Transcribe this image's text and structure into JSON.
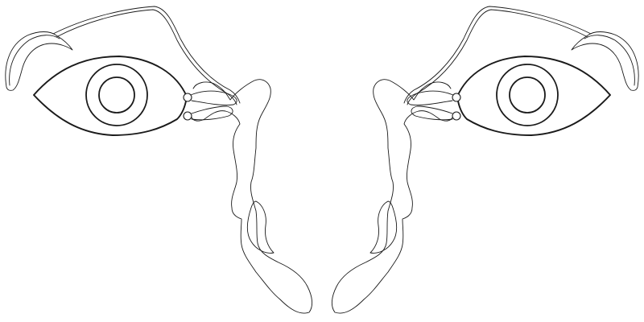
{
  "figure": {
    "title": "",
    "labels": []
  },
  "colors": {
    "stroke": "#1a1a1a",
    "background": "#ffffff",
    "fill": "#ffffff"
  },
  "parts": {
    "eyes": [
      "right-eye",
      "left-eye"
    ],
    "structures": [
      "eyebrow",
      "lacrimal-canaliculi",
      "lacrimal-sac",
      "nasolacrimal-duct",
      "nasal-cavity-outline"
    ]
  }
}
